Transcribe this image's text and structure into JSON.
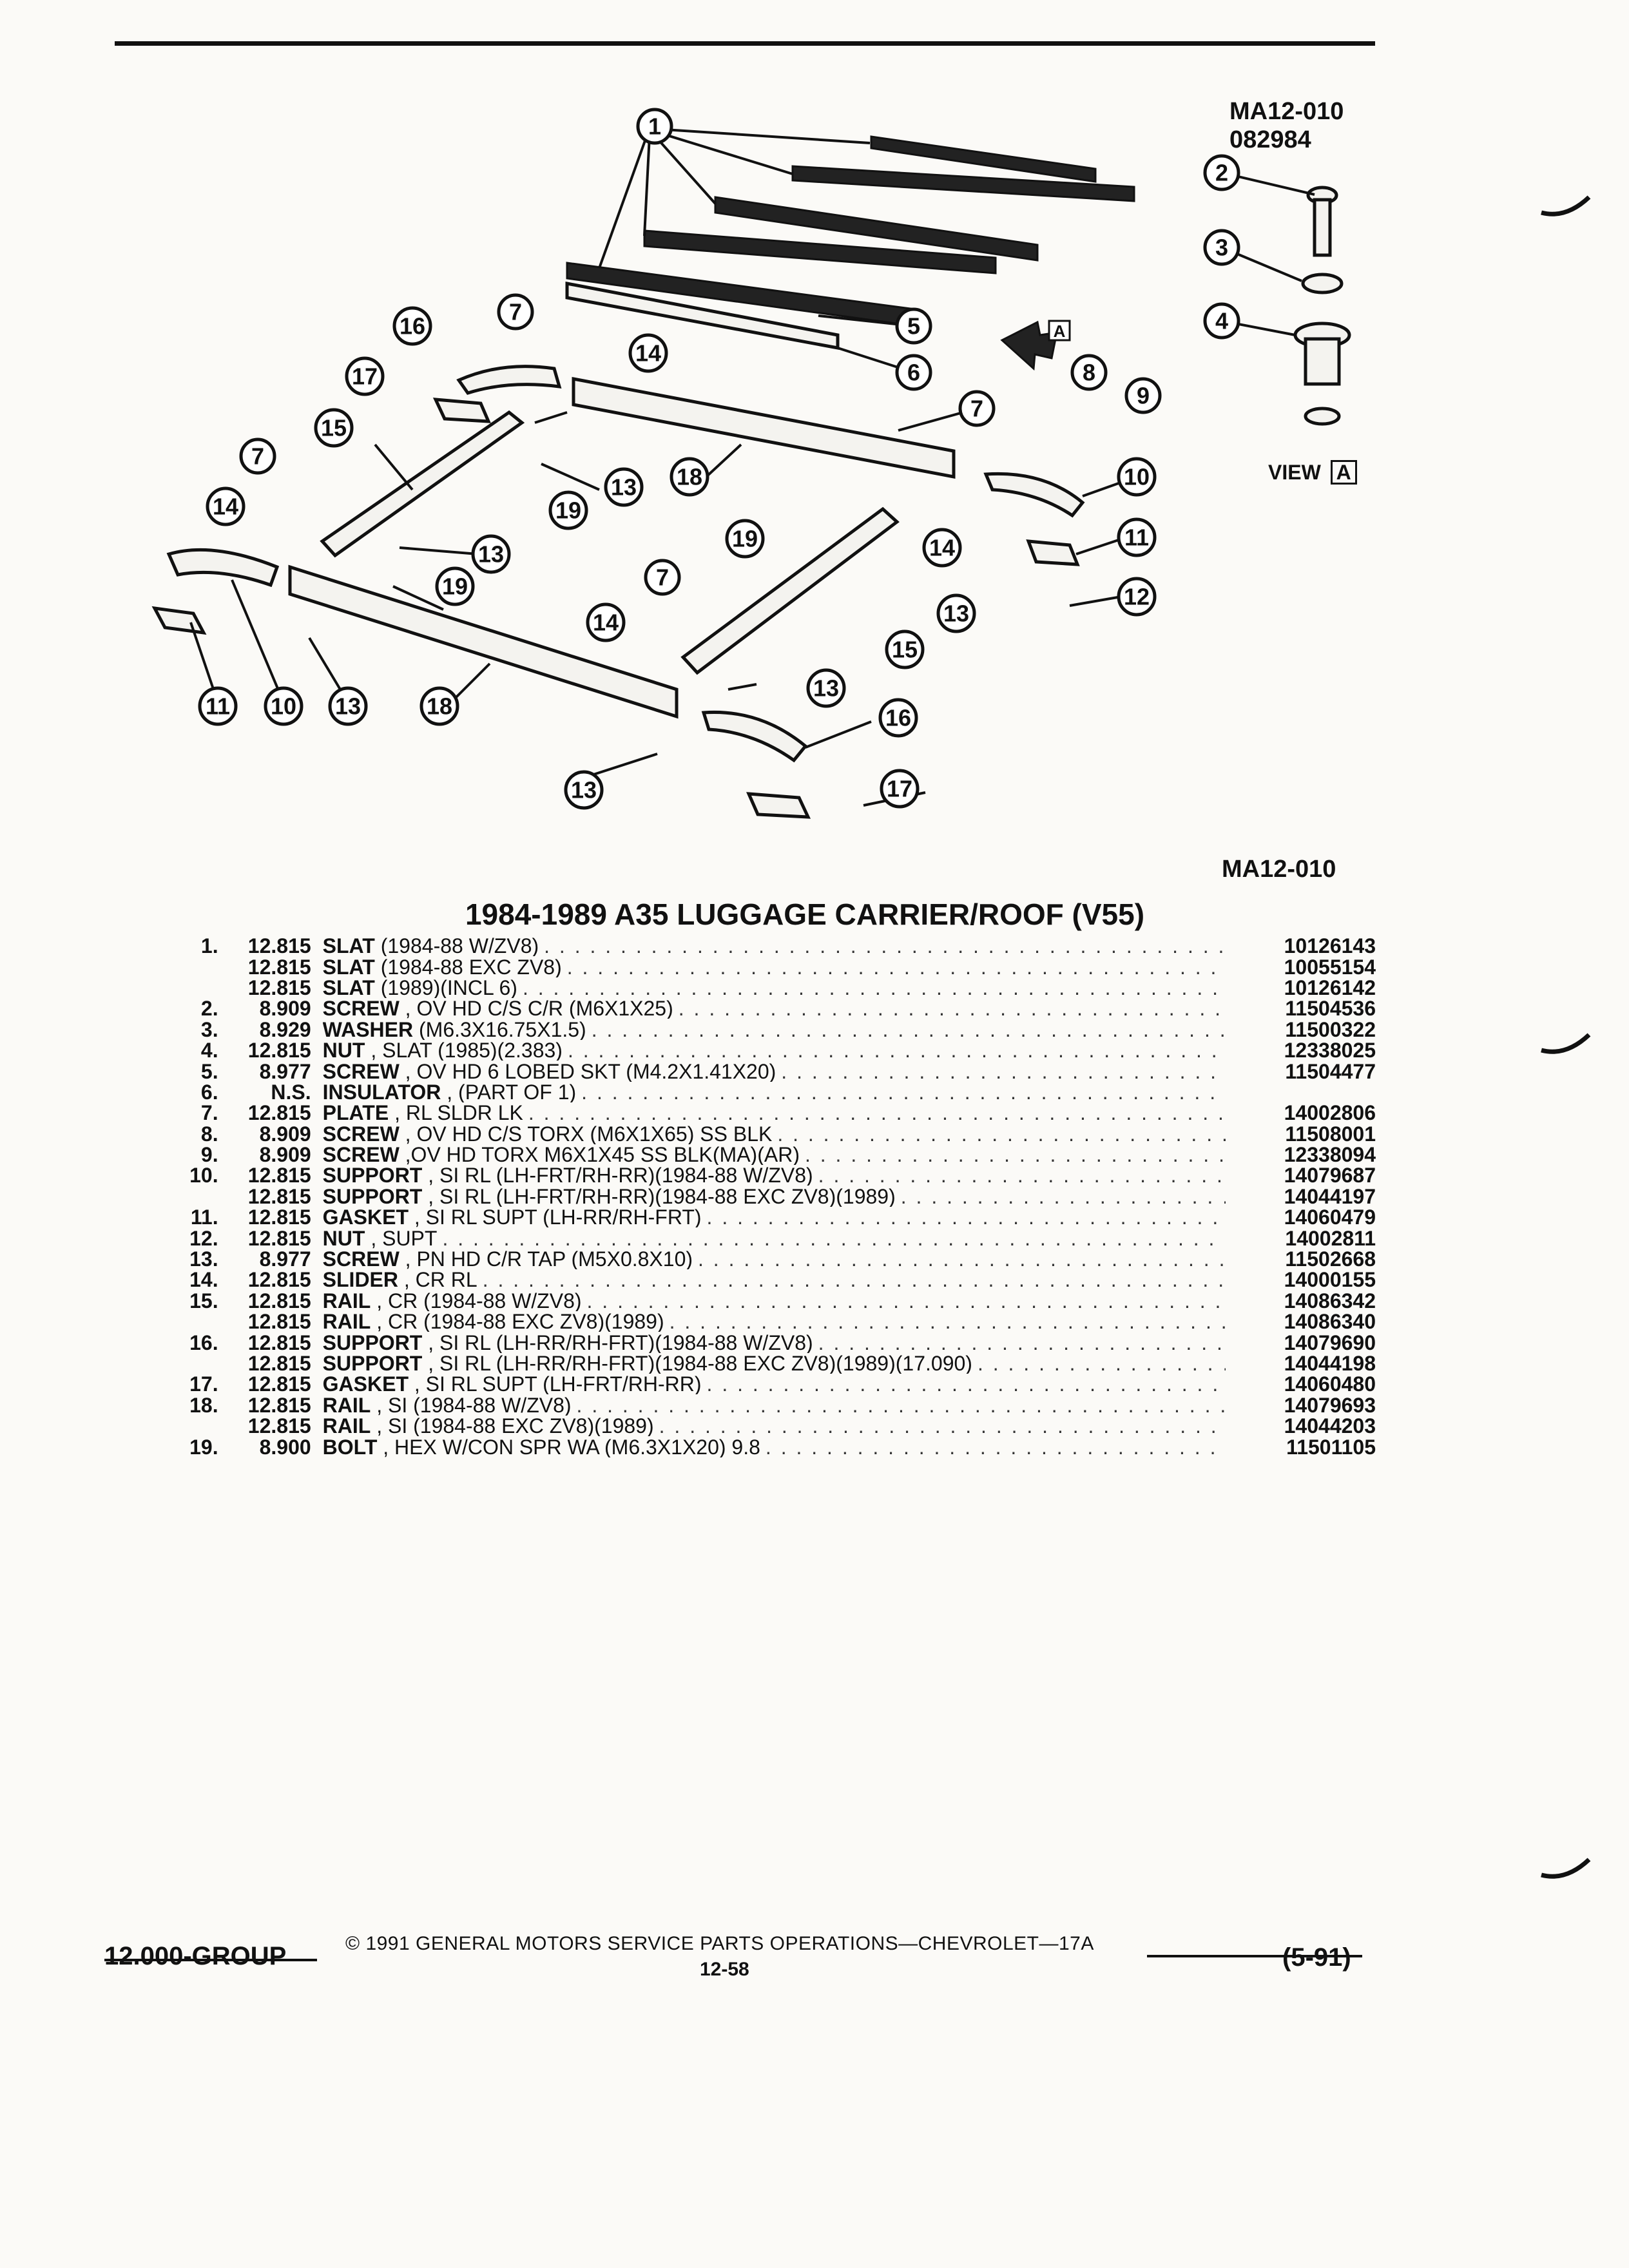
{
  "header": {
    "figure_code": "MA12-010",
    "figure_date": "082984",
    "figure_code_bottom": "MA12-010",
    "view_label": "VIEW",
    "view_letter": "A",
    "arrow_letter": "A"
  },
  "callouts": [
    "1",
    "2",
    "3",
    "4",
    "5",
    "6",
    "7",
    "8",
    "9",
    "10",
    "11",
    "12",
    "13",
    "14",
    "15",
    "16",
    "17",
    "18",
    "19"
  ],
  "title": "1984-1989 A35 LUGGAGE CARRIER/ROOF (V55)",
  "parts": [
    {
      "item": "1.",
      "group": "12.815",
      "name": "SLAT",
      "detail": " (1984-88 W/ZV8)",
      "pn": "10126143"
    },
    {
      "item": "",
      "group": "12.815",
      "name": "SLAT",
      "detail": " (1984-88 EXC ZV8)",
      "pn": "10055154"
    },
    {
      "item": "",
      "group": "12.815",
      "name": "SLAT",
      "detail": " (1989)(INCL 6)",
      "pn": "10126142"
    },
    {
      "item": "2.",
      "group": "8.909",
      "name": "SCREW",
      "detail": " , OV HD C/S C/R (M6X1X25)",
      "pn": "11504536"
    },
    {
      "item": "3.",
      "group": "8.929",
      "name": "WASHER",
      "detail": " (M6.3X16.75X1.5)",
      "pn": "11500322"
    },
    {
      "item": "4.",
      "group": "12.815",
      "name": "NUT",
      "detail": " , SLAT (1985)(2.383)",
      "pn": "12338025"
    },
    {
      "item": "5.",
      "group": "8.977",
      "name": "SCREW",
      "detail": " , OV HD 6 LOBED SKT (M4.2X1.41X20)",
      "pn": "11504477"
    },
    {
      "item": "6.",
      "group": "N.S.",
      "name": "INSULATOR",
      "detail": " , (PART OF 1)",
      "pn": ""
    },
    {
      "item": "7.",
      "group": "12.815",
      "name": "PLATE",
      "detail": " , RL SLDR LK",
      "pn": "14002806"
    },
    {
      "item": "8.",
      "group": "8.909",
      "name": "SCREW",
      "detail": " , OV HD C/S TORX (M6X1X65) SS BLK",
      "pn": "11508001"
    },
    {
      "item": "9.",
      "group": "8.909",
      "name": "SCREW",
      "detail": " ,OV HD TORX M6X1X45 SS BLK(MA)(AR)",
      "pn": "12338094"
    },
    {
      "item": "10.",
      "group": "12.815",
      "name": "SUPPORT",
      "detail": " , SI RL (LH-FRT/RH-RR)(1984-88 W/ZV8)",
      "pn": "14079687"
    },
    {
      "item": "",
      "group": "12.815",
      "name": "SUPPORT",
      "detail": " , SI RL (LH-FRT/RH-RR)(1984-88 EXC ZV8)(1989)",
      "pn": "14044197"
    },
    {
      "item": "11.",
      "group": "12.815",
      "name": "GASKET",
      "detail": " , SI RL SUPT (LH-RR/RH-FRT)",
      "pn": "14060479"
    },
    {
      "item": "12.",
      "group": "12.815",
      "name": "NUT",
      "detail": " , SUPT",
      "pn": "14002811"
    },
    {
      "item": "13.",
      "group": "8.977",
      "name": "SCREW",
      "detail": " , PN HD C/R TAP (M5X0.8X10)",
      "pn": "11502668"
    },
    {
      "item": "14.",
      "group": "12.815",
      "name": "SLIDER",
      "detail": " , CR RL",
      "pn": "14000155"
    },
    {
      "item": "15.",
      "group": "12.815",
      "name": "RAIL",
      "detail": " , CR (1984-88 W/ZV8)",
      "pn": "14086342"
    },
    {
      "item": "",
      "group": "12.815",
      "name": "RAIL",
      "detail": " , CR (1984-88 EXC ZV8)(1989)",
      "pn": "14086340"
    },
    {
      "item": "16.",
      "group": "12.815",
      "name": "SUPPORT",
      "detail": " , SI RL (LH-RR/RH-FRT)(1984-88 W/ZV8)",
      "pn": "14079690"
    },
    {
      "item": "",
      "group": "12.815",
      "name": "SUPPORT",
      "detail": " , SI RL (LH-RR/RH-FRT)(1984-88 EXC ZV8)(1989)(17.090)",
      "pn": "14044198"
    },
    {
      "item": "17.",
      "group": "12.815",
      "name": "GASKET",
      "detail": " , SI RL SUPT (LH-FRT/RH-RR)",
      "pn": "14060480"
    },
    {
      "item": "18.",
      "group": "12.815",
      "name": "RAIL",
      "detail": " , SI (1984-88 W/ZV8)",
      "pn": "14079693"
    },
    {
      "item": "",
      "group": "12.815",
      "name": "RAIL",
      "detail": " , SI (1984-88 EXC ZV8)(1989)",
      "pn": "14044203"
    },
    {
      "item": "19.",
      "group": "8.900",
      "name": "BOLT",
      "detail": " , HEX W/CON SPR WA (M6.3X1X20) 9.8",
      "pn": "11501105"
    }
  ],
  "footer": {
    "group": "12.000-GROUP",
    "copyright": "© 1991 GENERAL MOTORS SERVICE PARTS OPERATIONS—CHEVROLET—17A",
    "page": "12-58",
    "date_code": "(5-91)"
  }
}
